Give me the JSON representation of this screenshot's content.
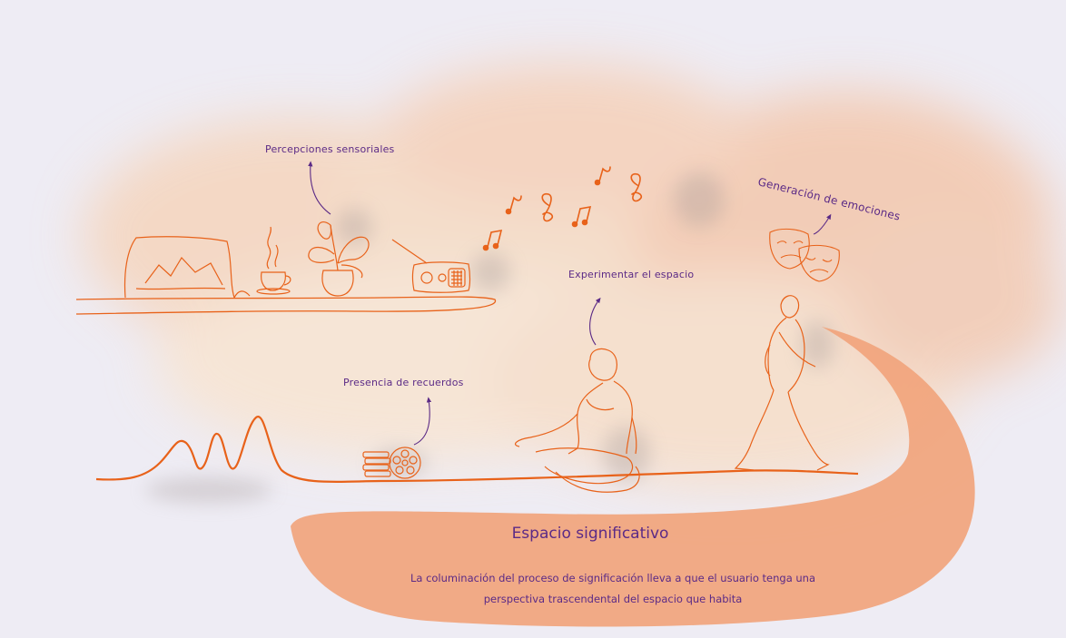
{
  "labels": {
    "percepciones": "Percepciones sensoriales",
    "generacion": "Generación de emociones",
    "experimentar": "Experimentar el espacio",
    "recuerdos": "Presencia de recuerdos"
  },
  "conclusion": {
    "title": "Espacio significativo",
    "line1": "La columinación del proceso de significación lleva a que el usuario tenga una",
    "line2": "perspectiva trascendental del espacio que habita"
  },
  "icons": [
    "landscape-painting-icon",
    "coffee-cup-icon",
    "potted-plant-icon",
    "radio-icon",
    "music-notes-icon",
    "theater-masks-icon",
    "meditating-person-icon",
    "walking-person-icon",
    "film-reel-icon",
    "book-stack-icon"
  ],
  "colors": {
    "line": "#e8621a",
    "label": "#5b2a86",
    "blob": "#f1a47c",
    "wash": "#f6c9a8",
    "background": "#eeecf4"
  }
}
